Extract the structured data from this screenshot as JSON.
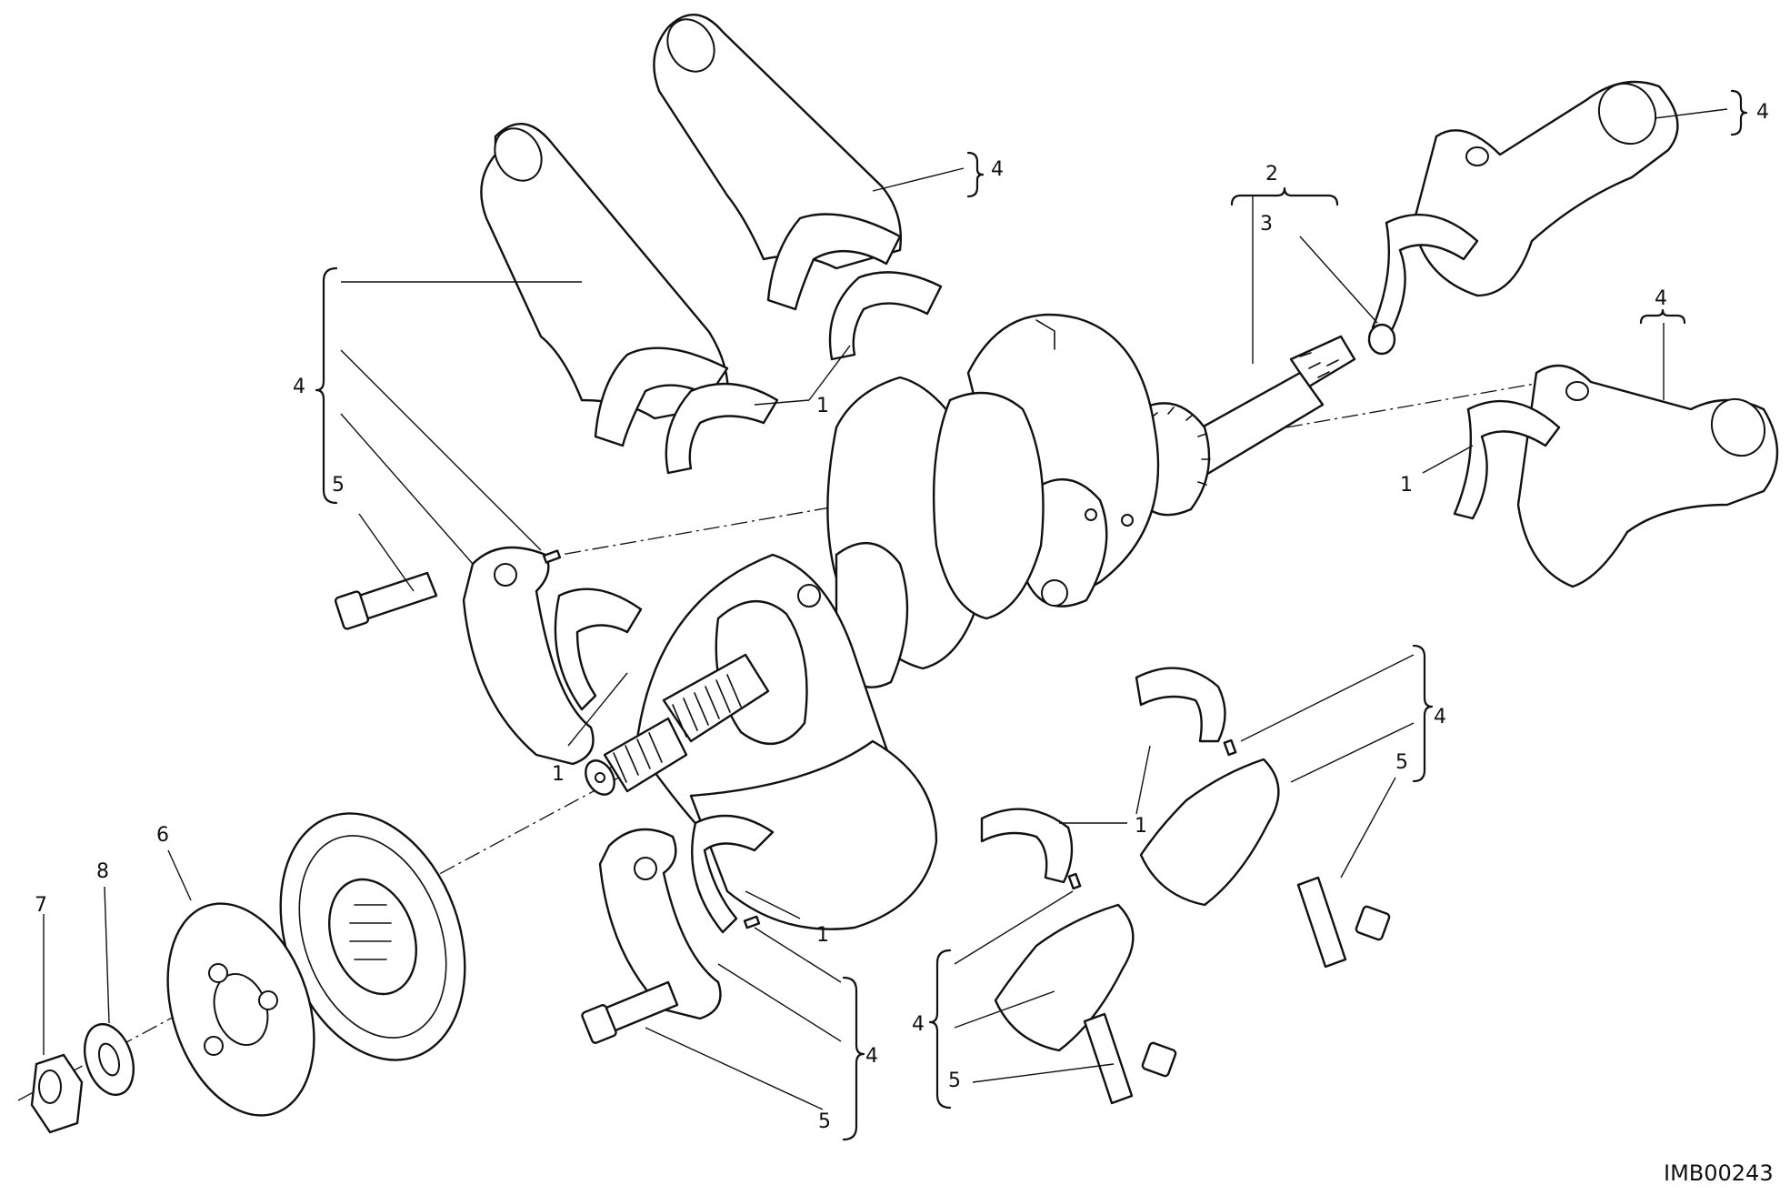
{
  "drawing": {
    "reference": "IMB00243",
    "callouts": {
      "c_conrod_left_4": "4",
      "c_bolt_left_5": "5",
      "c_rod_top_4": "4",
      "c_shells_top_1": "1",
      "c_crank_2": "2",
      "c_plug_3": "3",
      "c_rod_topright_4": "4",
      "c_rod_right_4": "4",
      "c_shell_right_1": "1",
      "c_cap_left_1": "1",
      "c_gear_6": "6",
      "c_nut_7": "7",
      "c_washer_8": "8",
      "c_cap_bottom_1": "1",
      "c_cap_bottom_4": "4",
      "c_bolt_bottom_5": "5",
      "c_shell_mid_1": "1",
      "c_cap_br_4": "4",
      "c_bolt_br_5": "5",
      "c_cap_bl_4": "4",
      "c_bolt_bl_5": "5"
    }
  }
}
